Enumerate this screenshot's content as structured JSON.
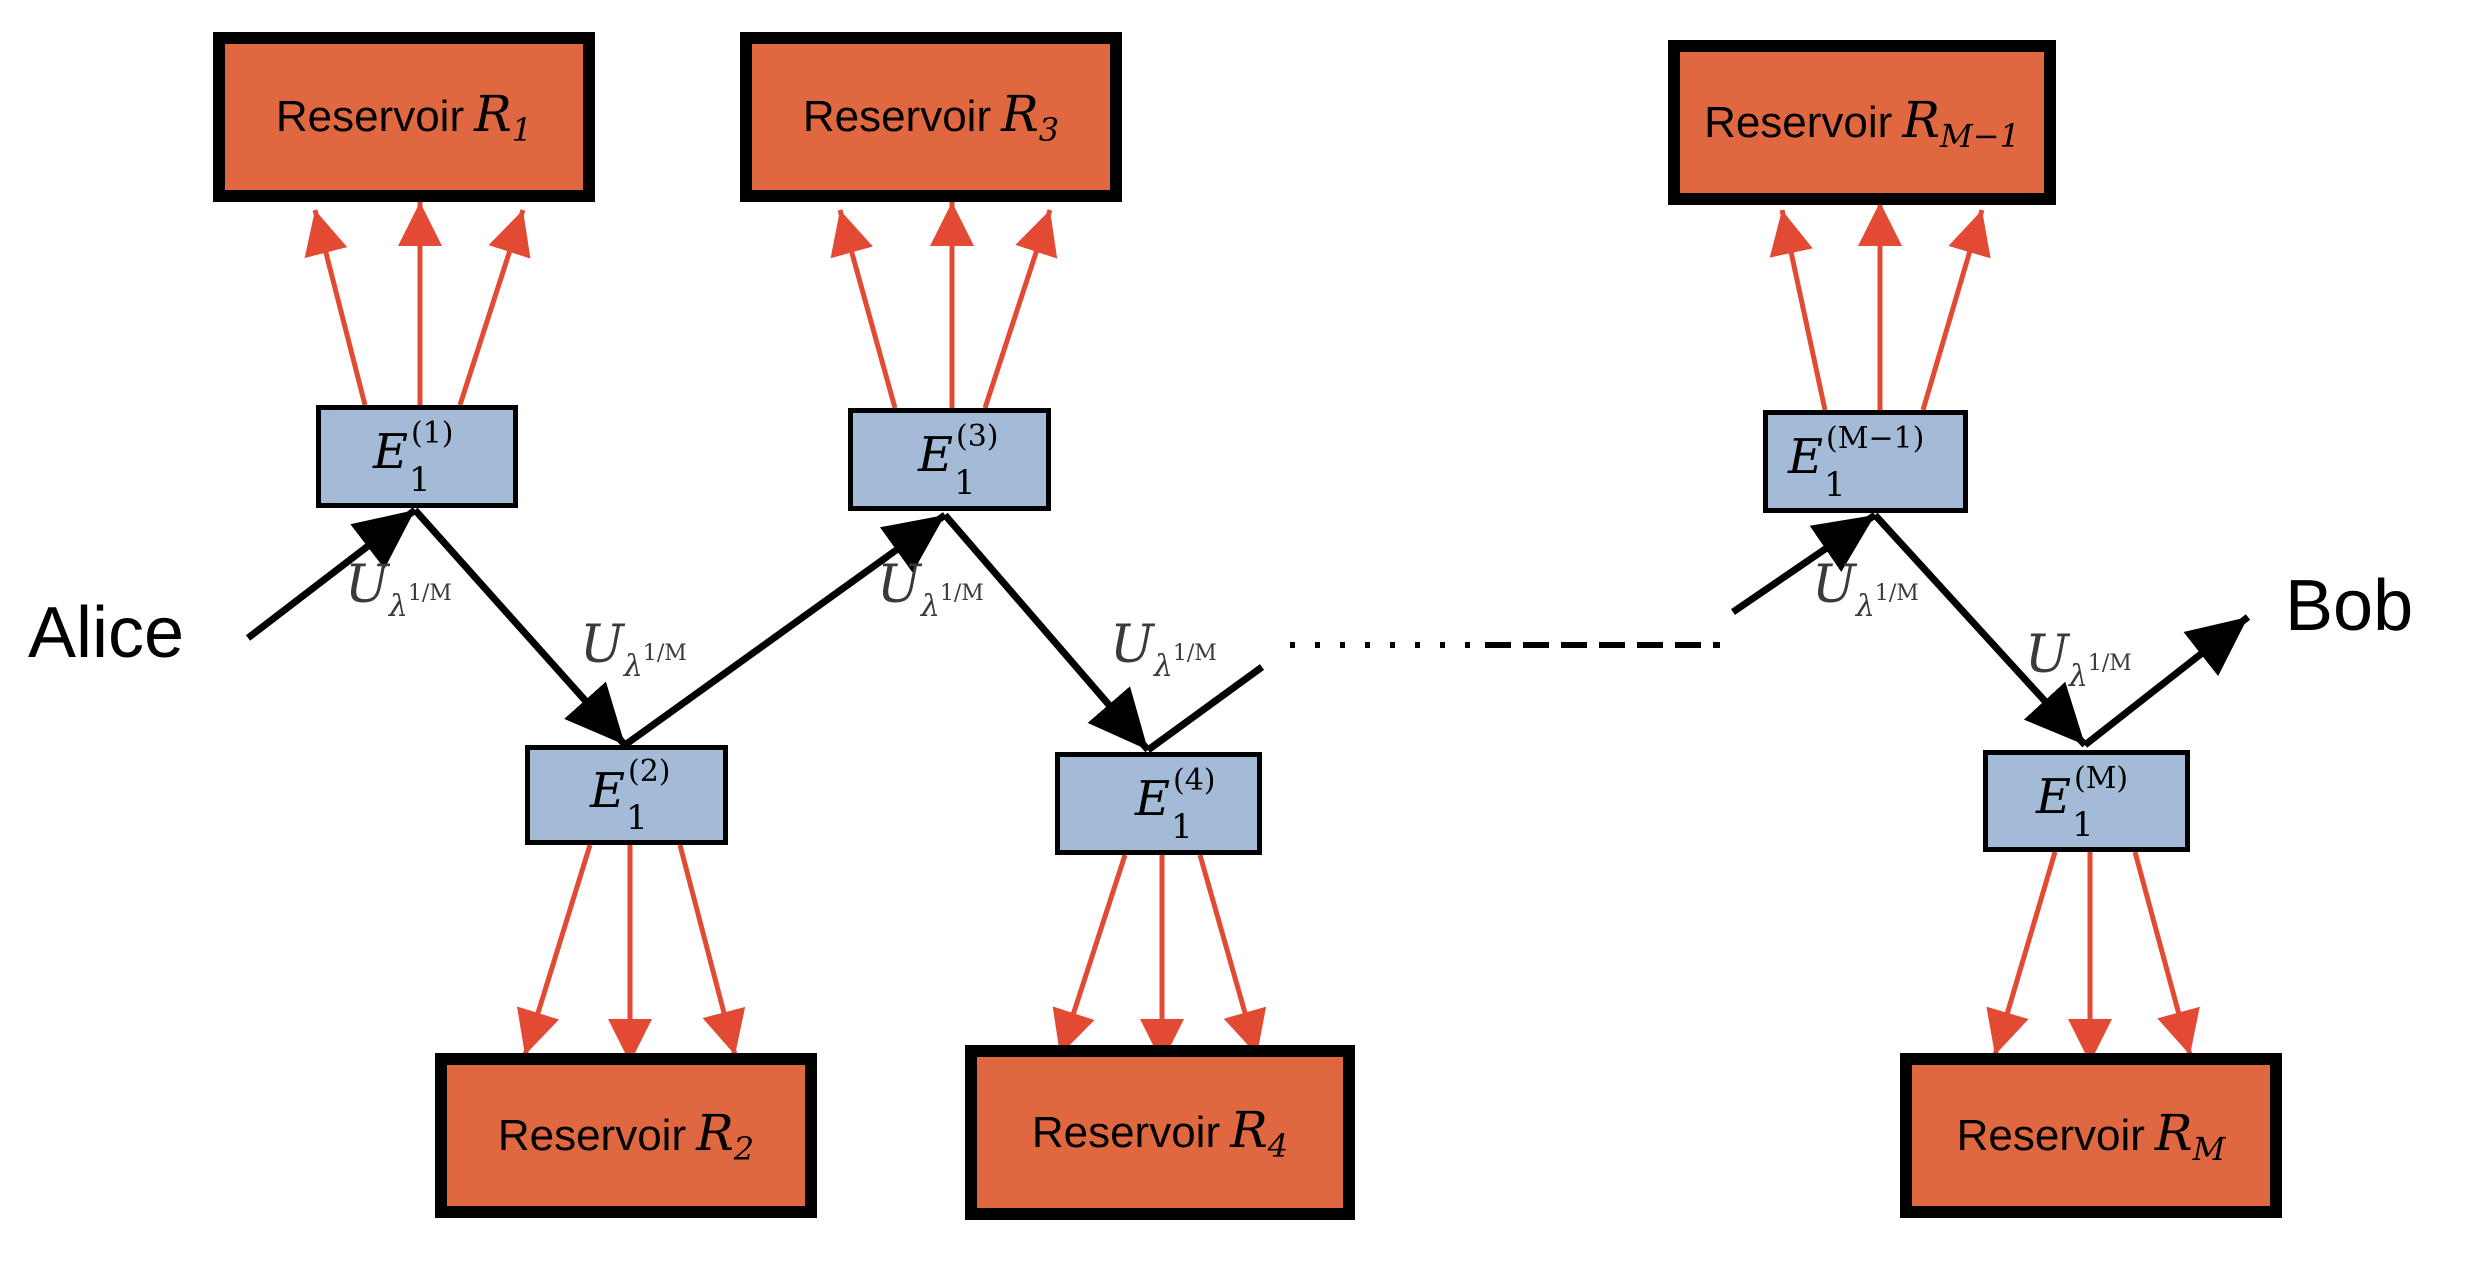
{
  "people": {
    "sender": "Alice",
    "receiver": "Bob"
  },
  "reservoir_word": "Reservoir",
  "reservoirs": [
    {
      "symbol": "R",
      "index": "1"
    },
    {
      "symbol": "R",
      "index": "2"
    },
    {
      "symbol": "R",
      "index": "3"
    },
    {
      "symbol": "R",
      "index": "4"
    },
    {
      "symbol": "R",
      "index": "M−1"
    },
    {
      "symbol": "R",
      "index": "M"
    }
  ],
  "channels": [
    {
      "symbol": "E",
      "sub": "1",
      "sup": "(1)"
    },
    {
      "symbol": "E",
      "sub": "1",
      "sup": "(2)"
    },
    {
      "symbol": "E",
      "sub": "1",
      "sup": "(3)"
    },
    {
      "symbol": "E",
      "sub": "1",
      "sup": "(4)"
    },
    {
      "symbol": "E",
      "sub": "1",
      "sup": "(M−1)"
    },
    {
      "symbol": "E",
      "sub": "1",
      "sup": "(M)"
    }
  ],
  "unitary": {
    "symbol": "U",
    "sub": "λ",
    "exp": "1/M"
  },
  "colors": {
    "reservoir": "#e06841",
    "channel": "#a4bbd8",
    "leak_arrow": "#e34a33",
    "flow_arrow": "#000000"
  }
}
